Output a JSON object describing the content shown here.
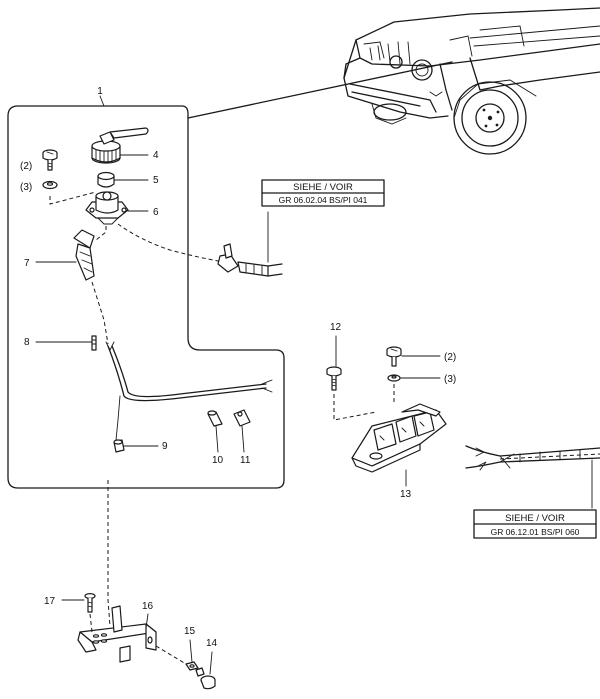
{
  "callouts": {
    "c1": "1",
    "c2a": "(2)",
    "c3a": "(3)",
    "c4": "4",
    "c5": "5",
    "c6": "6",
    "c7": "7",
    "c8": "8",
    "c9": "9",
    "c10": "10",
    "c11": "11",
    "c12": "12",
    "c2b": "(2)",
    "c3b": "(3)",
    "c13": "13",
    "c14": "14",
    "c15": "15",
    "c16": "16",
    "c17": "17"
  },
  "references": {
    "top": {
      "title": "SIEHE / VOIR",
      "code": "GR 06.02.04 BS/PI 041"
    },
    "bottom": {
      "title": "SIEHE / VOIR",
      "code": "GR 06.12.01 BS/PI 060"
    }
  }
}
